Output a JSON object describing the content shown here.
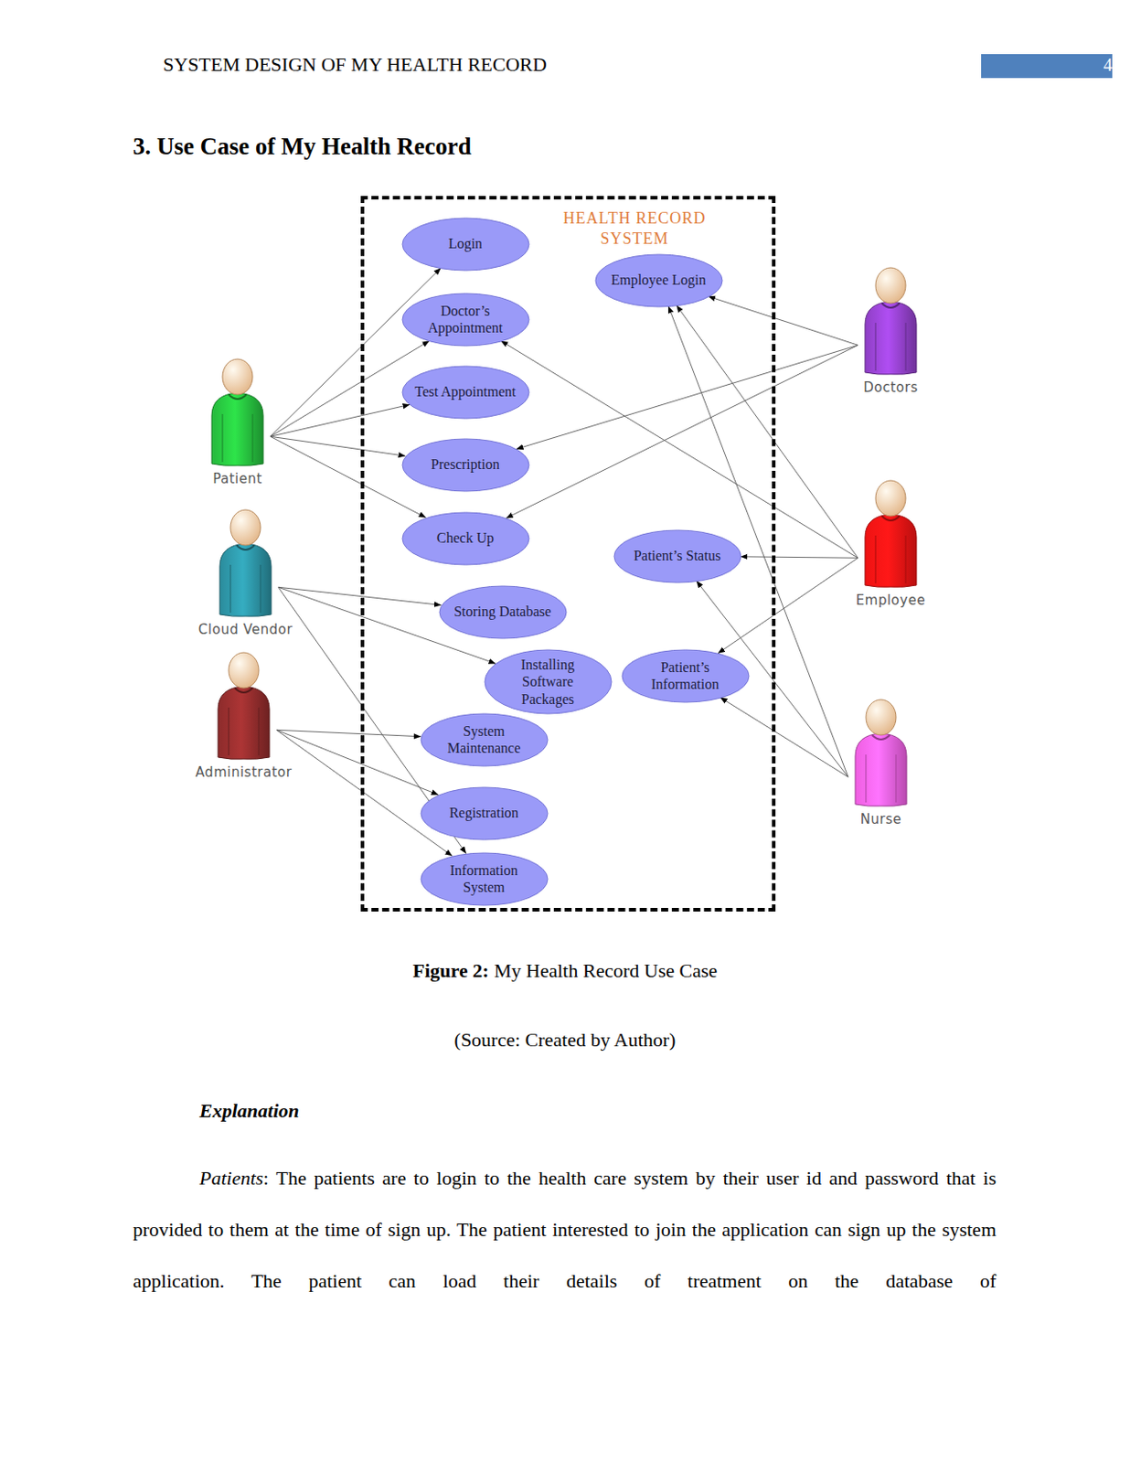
{
  "diagram": {
    "title": "3. Use Case of My Health Record",
    "nodes": [
      {
        "text": [
          "HEALTH RECORD SYSTEM"
        ]
      },
      {
        "text": [
          "Login"
        ],
        "in": 0
      },
      {
        "text": [
          "Employee Login"
        ],
        "in": 0
      },
      {
        "text": [
          "Doctor’s Appointment"
        ],
        "in": 0
      },
      {
        "text": [
          "Test Appointment"
        ],
        "in": 0
      },
      {
        "text": [
          "Prescription"
        ],
        "in": 0
      },
      {
        "text": [
          "Check Up"
        ],
        "in": 0
      },
      {
        "text": [
          "Patient’s Status"
        ],
        "in": 0
      },
      {
        "text": [
          "Storing Database"
        ],
        "in": 0
      },
      {
        "text": [
          "Installing Software Packages"
        ],
        "in": 0
      },
      {
        "text": [
          "Patient’s Information"
        ],
        "in": 0
      },
      {
        "text": [
          "System Maintenance"
        ],
        "in": 0
      },
      {
        "text": [
          "Registration"
        ],
        "in": 0
      },
      {
        "text": [
          "Information System"
        ],
        "in": 0
      },
      {
        "text": [
          "Patient"
        ]
      },
      {
        "text": [
          "Doctors"
        ]
      },
      {
        "text": [
          "Employee"
        ]
      },
      {
        "text": [
          "Cloud Vendor"
        ]
      },
      {
        "text": [
          "Administrator"
        ]
      },
      {
        "text": [
          "Nurse"
        ]
      }
    ],
    "edges": [
      {
        "from": 14,
        "to": 1,
        "arrow": "to"
      },
      {
        "from": 14,
        "to": 3,
        "arrow": "to"
      },
      {
        "from": 14,
        "to": 4,
        "arrow": "to"
      },
      {
        "from": 14,
        "to": 5,
        "arrow": "to"
      },
      {
        "from": 14,
        "to": 6,
        "arrow": "to"
      },
      {
        "from": 17,
        "to": 8,
        "arrow": "to"
      },
      {
        "from": 17,
        "to": 9,
        "arrow": "to"
      },
      {
        "from": 17,
        "to": 13,
        "arrow": "to"
      },
      {
        "from": 18,
        "to": 11,
        "arrow": "to"
      },
      {
        "from": 18,
        "to": 12,
        "arrow": "to"
      },
      {
        "from": 18,
        "to": 13,
        "arrow": "to"
      },
      {
        "from": 15,
        "to": 2,
        "arrow": "to"
      },
      {
        "from": 15,
        "to": 5,
        "arrow": "to"
      },
      {
        "from": 15,
        "to": 6,
        "arrow": "to"
      },
      {
        "from": 16,
        "to": 3,
        "arrow": "to"
      },
      {
        "from": 16,
        "to": 7,
        "arrow": "to"
      },
      {
        "from": 16,
        "to": 10,
        "arrow": "to"
      },
      {
        "from": 16,
        "to": 2,
        "arrow": "to"
      },
      {
        "from": 19,
        "to": 2,
        "arrow": "to"
      },
      {
        "from": 19,
        "to": 7,
        "arrow": "to"
      },
      {
        "from": 19,
        "to": 10,
        "arrow": "to"
      }
    ],
    "labels": [
      "SYSTEM DESIGN OF MY HEALTH RECORD",
      "4",
      "Figure 2:",
      "My Health Record Use Case",
      "(Source: Created by Author)",
      "Explanation",
      "Patients",
      ": The patients are to login to the health care system by their user id and password that is provided to them at the time of sign up. The patient interested to join the application can sign up the system application. The patient can load their details of treatment on the database of"
    ]
  }
}
